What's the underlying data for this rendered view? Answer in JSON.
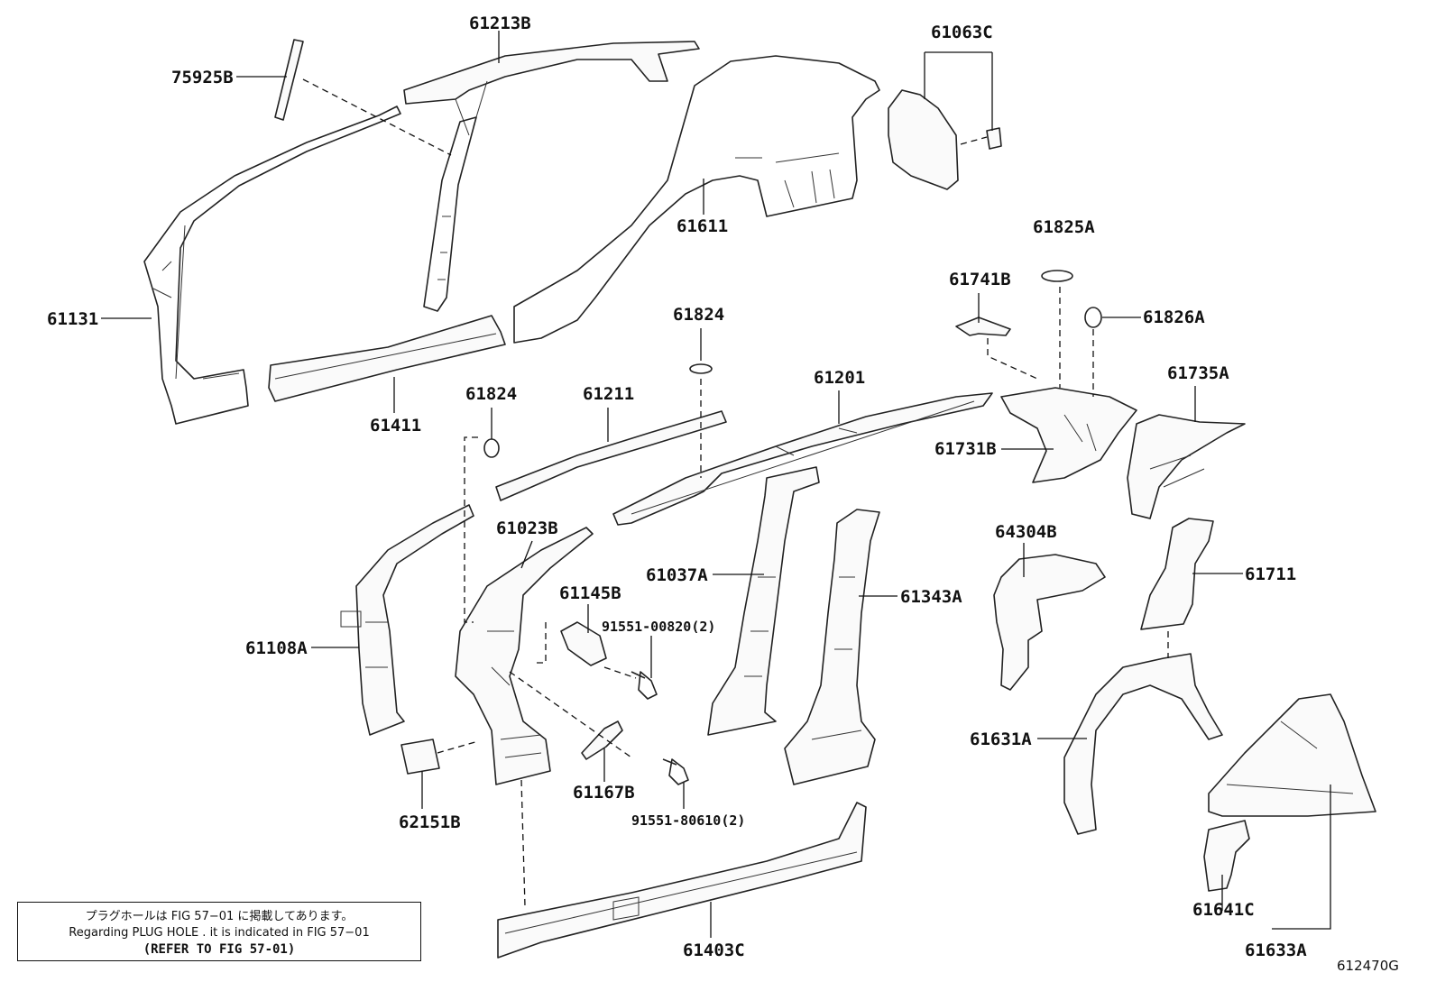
{
  "parts": [
    {
      "id": "p75925B",
      "label": "75925B"
    },
    {
      "id": "p61213B",
      "label": "61213B"
    },
    {
      "id": "p61063C",
      "label": "61063C"
    },
    {
      "id": "p61611",
      "label": "61611"
    },
    {
      "id": "p61131",
      "label": "61131"
    },
    {
      "id": "p61411",
      "label": "61411"
    },
    {
      "id": "p61825A",
      "label": "61825A"
    },
    {
      "id": "p61741B",
      "label": "61741B"
    },
    {
      "id": "p61826A",
      "label": "61826A"
    },
    {
      "id": "p61824a",
      "label": "61824"
    },
    {
      "id": "p61824b",
      "label": "61824"
    },
    {
      "id": "p61211",
      "label": "61211"
    },
    {
      "id": "p61201",
      "label": "61201"
    },
    {
      "id": "p61735A",
      "label": "61735A"
    },
    {
      "id": "p61731B",
      "label": "61731B"
    },
    {
      "id": "p61023B",
      "label": "61023B"
    },
    {
      "id": "p61037A",
      "label": "61037A"
    },
    {
      "id": "p61343A",
      "label": "61343A"
    },
    {
      "id": "p64304B",
      "label": "64304B"
    },
    {
      "id": "p61711",
      "label": "61711"
    },
    {
      "id": "p61145B",
      "label": "61145B"
    },
    {
      "id": "p91551a",
      "label": "91551-00820(2)"
    },
    {
      "id": "p61108A",
      "label": "61108A"
    },
    {
      "id": "p61631A",
      "label": "61631A"
    },
    {
      "id": "p61167B",
      "label": "61167B"
    },
    {
      "id": "p62151B",
      "label": "62151B"
    },
    {
      "id": "p91551b",
      "label": "91551-80610(2)"
    },
    {
      "id": "p61641C",
      "label": "61641C"
    },
    {
      "id": "p61403C",
      "label": "61403C"
    },
    {
      "id": "p61633A",
      "label": "61633A"
    }
  ],
  "note": {
    "japanese": "プラグホールは FIG 57−01 に掲載してあります。",
    "english": "Regarding  PLUG  HOLE . it is indicated in FIG  57−01",
    "refer": "(REFER TO FIG 57-01)"
  },
  "diagram_id": "612470G"
}
